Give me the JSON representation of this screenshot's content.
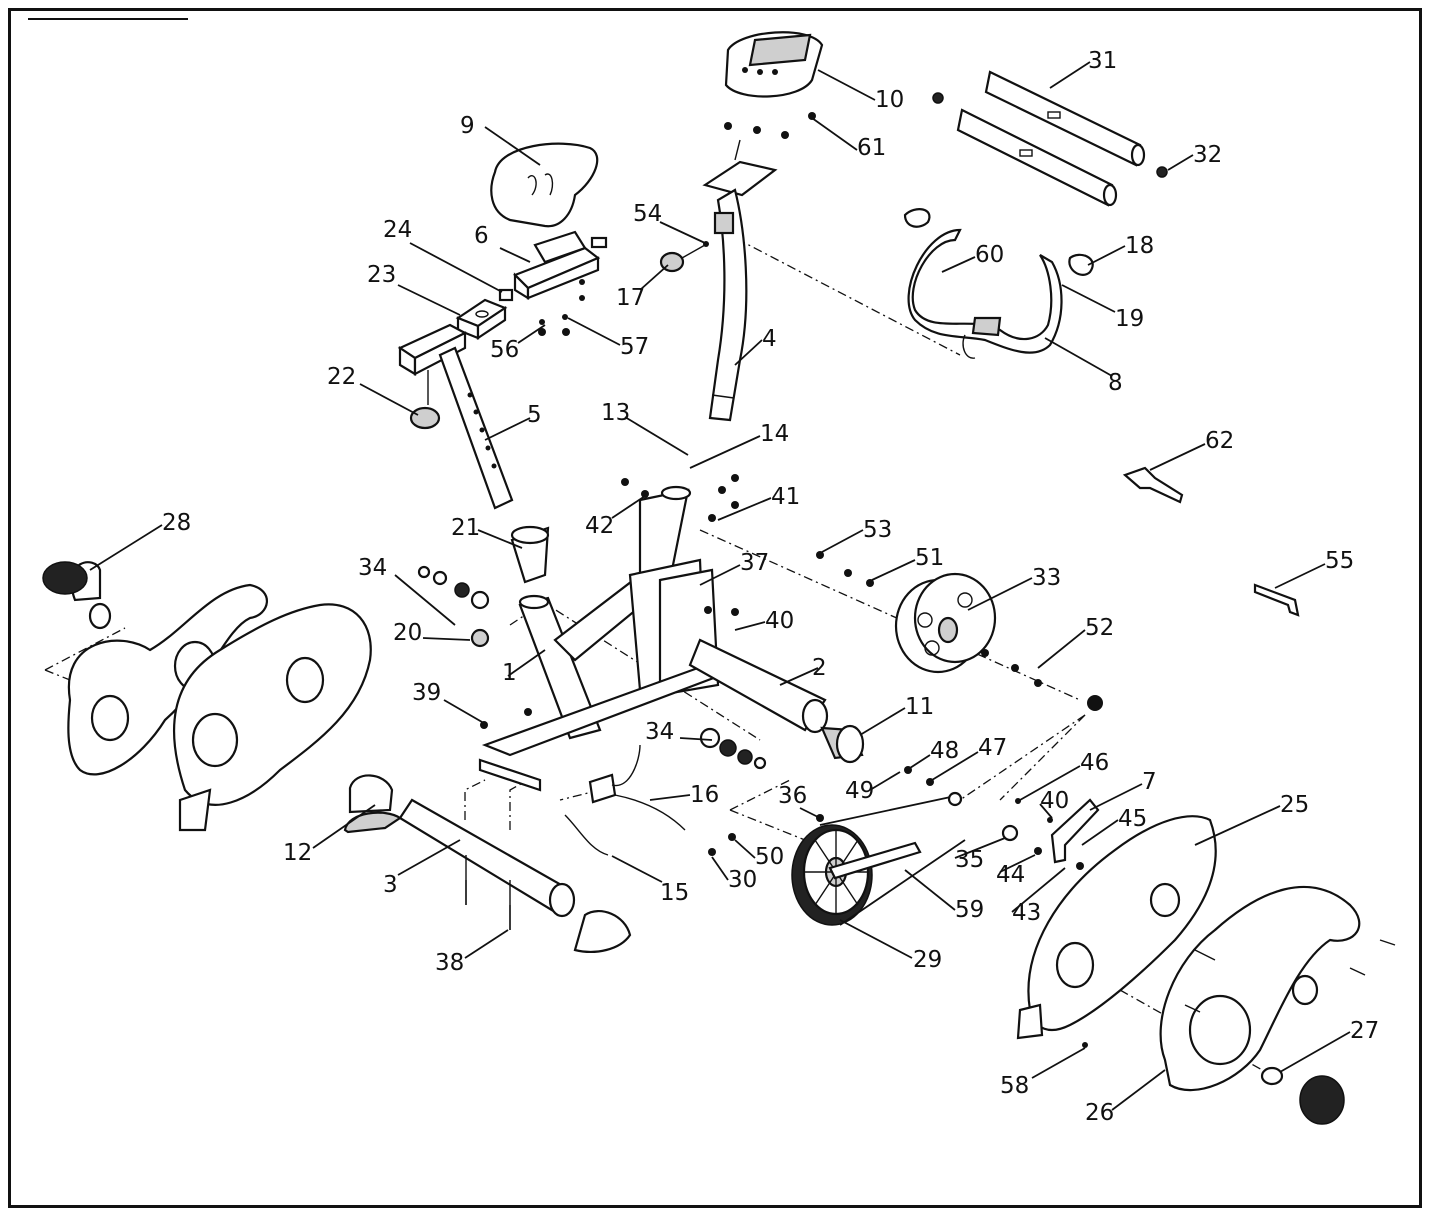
{
  "diagram": {
    "labels": [
      "1",
      "2",
      "3",
      "4",
      "5",
      "6",
      "7",
      "8",
      "9",
      "10",
      "11",
      "12",
      "13",
      "14",
      "15",
      "16",
      "17",
      "18",
      "19",
      "20",
      "21",
      "22",
      "23",
      "24",
      "25",
      "26",
      "27",
      "28",
      "29",
      "30",
      "31",
      "32",
      "33",
      "34",
      "34",
      "35",
      "36",
      "37",
      "38",
      "39",
      "40",
      "40",
      "41",
      "42",
      "43",
      "44",
      "45",
      "46",
      "47",
      "48",
      "49",
      "50",
      "51",
      "52",
      "53",
      "54",
      "55",
      "56",
      "57",
      "58",
      "59",
      "60",
      "61",
      "62"
    ]
  }
}
